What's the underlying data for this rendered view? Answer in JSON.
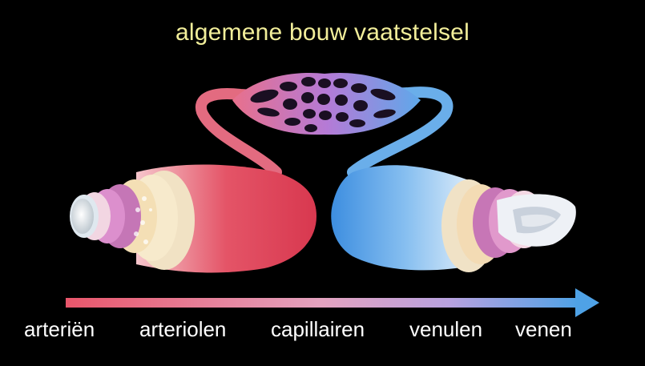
{
  "title": "algemene bouw vaatstelsel",
  "labels": {
    "arteries": "arteriën",
    "arterioles": "arteriolen",
    "capillaries": "capillairen",
    "venules": "venulen",
    "veins": "venen"
  },
  "colors": {
    "background": "#000000",
    "title": "#f2ee9a",
    "label": "#ffffff",
    "arterial": "#e0485e",
    "capillary": "#b27bd8",
    "venous": "#5fa6e8",
    "arrow_start": "#e9566b",
    "arrow_end": "#4fa2e6"
  },
  "icons": {
    "flow": "right-arrow"
  }
}
